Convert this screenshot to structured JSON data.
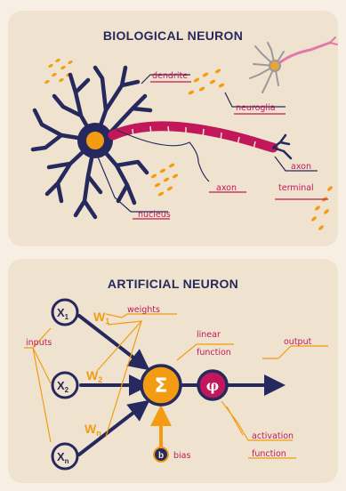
{
  "biological": {
    "title": "BIOLOGICAL NEURON",
    "labels": {
      "dendrite": "dendrite",
      "neuroglia": "neuroglia",
      "axon": "axon",
      "axon_terminal_1": "axon",
      "axon_terminal_2": "terminal",
      "nucleus": "nucleus"
    }
  },
  "artificial": {
    "title": "ARTIFICIAL NEURON",
    "inputs": [
      "X1",
      "X2",
      "Xn"
    ],
    "input_subs": [
      "1",
      "2",
      "n"
    ],
    "weights": [
      "W1",
      "W2",
      "Wn"
    ],
    "weight_subs": [
      "1",
      "2",
      "n"
    ],
    "labels": {
      "weights": "weights",
      "inputs": "inputs",
      "linear_1": "linear",
      "linear_2": "function",
      "output": "output",
      "activation_1": "activation",
      "activation_2": "function",
      "bias": "bias",
      "bias_symbol": "b",
      "sum_symbol": "Σ",
      "phi_symbol": "φ"
    }
  },
  "colors": {
    "navy": "#25295e",
    "orange": "#f39c12",
    "magenta": "#c2185b",
    "card": "#efe3cf"
  }
}
